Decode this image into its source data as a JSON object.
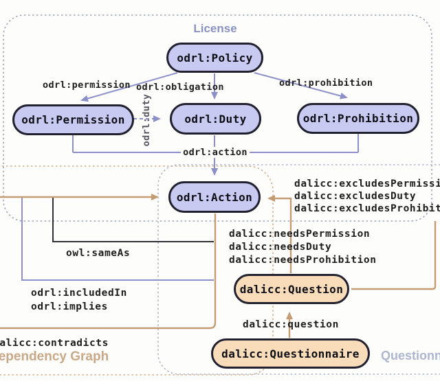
{
  "figure": {
    "description": "Ontology diagram linking ODRL license concepts with DALICC dependency graph and questionnaire concepts"
  },
  "regions": {
    "license": {
      "label": "License"
    },
    "dependency_graph": {
      "label": "Dependency Graph"
    },
    "questionnaire": {
      "label": "Questionnaire"
    }
  },
  "nodes": {
    "policy": {
      "label": "odrl:Policy"
    },
    "permission": {
      "label": "odrl:Permission"
    },
    "duty": {
      "label": "odrl:Duty"
    },
    "prohibition": {
      "label": "odrl:Prohibition"
    },
    "action": {
      "label": "odrl:Action"
    },
    "question": {
      "label": "dalicc:Question"
    },
    "questionnaire": {
      "label": "dalicc:Questionnaire"
    }
  },
  "edge_labels": {
    "permission": "odrl:permission",
    "obligation": "odrl:obligation",
    "prohibition": "odrl:prohibition",
    "duty": "odrl:duty",
    "action": "odrl:action",
    "excludes_permission": "dalicc:excludesPermission",
    "excludes_duty": "dalicc:excludesDuty",
    "excludes_prohibition": "dalicc:excludesProhibition",
    "needs_permission": "dalicc:needsPermission",
    "needs_duty": "dalicc:needsDuty",
    "needs_prohibition": "dalicc:needsProhibition",
    "same_as": "owl:sameAs",
    "included_in": "odrl:includedIn",
    "implies": "odrl:implies",
    "contradicts": "dalicc:contradicts",
    "question": "dalicc:question"
  },
  "colors": {
    "odrl_node_fill": "#c9caf1",
    "dalicc_node_fill": "#f9ddbb",
    "node_border": "#20202f",
    "purple_edge": "#8d90c8",
    "tan_edge": "#c59c72",
    "black_edge": "#2e2e33",
    "license_dash": "#a0a6ba",
    "dep_graph_dash": "#d2ad8c",
    "questionnaire_dash": "#aeb4c6",
    "background": "#fdfdfc"
  }
}
